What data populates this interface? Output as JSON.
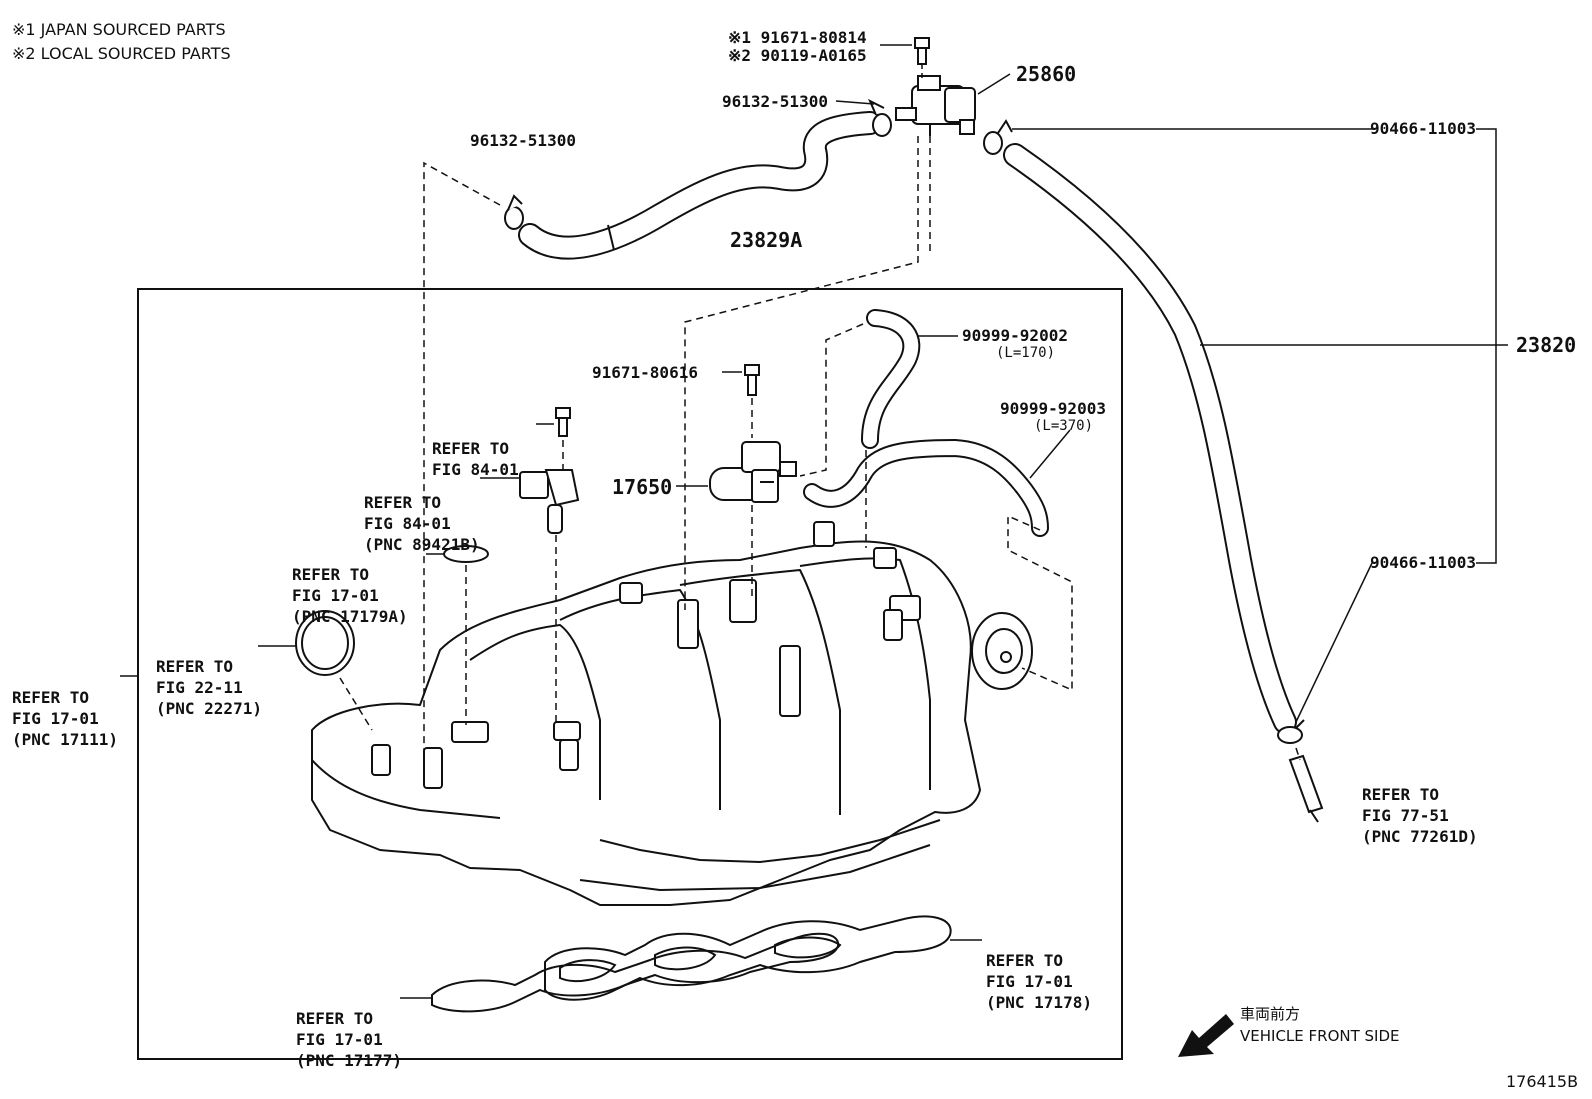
{
  "notes": {
    "japan": "※1 JAPAN SOURCED PARTS",
    "local": "※2 LOCAL SOURCED PARTS"
  },
  "parts": {
    "bolt_japan": "※1 91671-80814",
    "bolt_local": "※2 90119-A0165",
    "clip_upper": "96132-51300",
    "clip_left": "96132-51300",
    "vsv_upper": "25860",
    "hose_upper": "23829A",
    "clamp_upper": "90466-11003",
    "clamp_lower": "90466-11003",
    "hose_assy": "23820",
    "hose_short": "90999-92002",
    "hose_short_len": "(L=170)",
    "hose_long": "90999-92003",
    "hose_long_len": "(L=370)",
    "bolt_vsv": "91671-80616",
    "vsv_lower": "17650"
  },
  "refs": {
    "fig84_bolt": [
      "REFER TO",
      "FIG 84-01"
    ],
    "fig84_sensor": [
      "REFER TO",
      "FIG 84-01",
      "(PNC 89421B)"
    ],
    "fig17_oring": [
      "REFER TO",
      "FIG 17-01",
      "(PNC 17179A)"
    ],
    "fig22_gasket": [
      "REFER TO",
      "FIG 22-11",
      "(PNC 22271)"
    ],
    "fig17_manifold": [
      "REFER TO",
      "FIG 17-01",
      "(PNC 17111)"
    ],
    "fig77_pipe": [
      "REFER TO",
      "FIG 77-51",
      "(PNC 77261D)"
    ],
    "fig17_gasket_r": [
      "REFER TO",
      "FIG 17-01",
      "(PNC 17178)"
    ],
    "fig17_gasket_l": [
      "REFER TO",
      "FIG 17-01",
      "(PNC 17177)"
    ]
  },
  "direction": {
    "kanji": "車両前方",
    "label": "VEHICLE FRONT SIDE"
  },
  "figure_id": "176415B"
}
